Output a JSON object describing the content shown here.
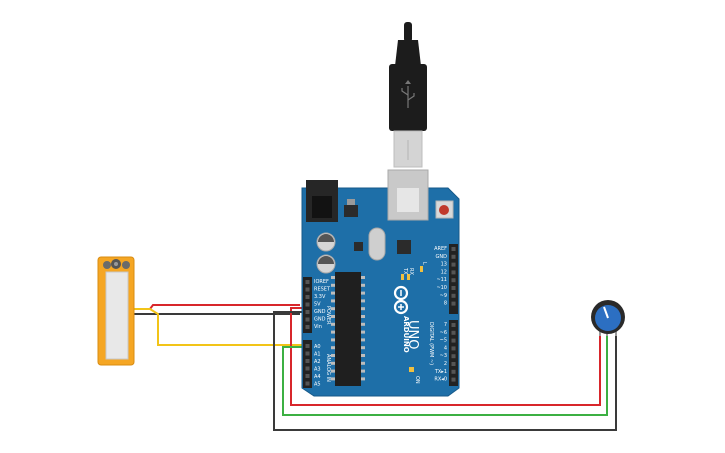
{
  "board": {
    "brand": "ARDUINO",
    "model": "UNO",
    "power_header_title": "POWER",
    "analog_header_title": "ANALOG IN",
    "digital_header_title": "DIGITAL (PWM ~)",
    "power_pins": [
      "IOREF",
      "RESET",
      "3.3V",
      "5V",
      "GND",
      "GND",
      "Vin"
    ],
    "analog_pins": [
      "A0",
      "A1",
      "A2",
      "A3",
      "A4",
      "A5"
    ],
    "digital_pins_top": [
      "AREF",
      "GND",
      "13",
      "12",
      "~11",
      "~10",
      "~9",
      "8"
    ],
    "digital_pins_bottom": [
      "7",
      "~6",
      "~5",
      "4",
      "~3",
      "2",
      "TX▸1",
      "RX◂0"
    ],
    "led_labels": [
      "TX",
      "RX",
      "L"
    ],
    "on_label": "ON",
    "color": "#1e6fa8"
  },
  "wire_colors": {
    "ground": "#3a3a3a",
    "power": "#d8262b",
    "signal_green": "#3cb043",
    "signal_yellow": "#f2c418"
  },
  "components": {
    "flex_sensor": {
      "name": "flex-sensor",
      "color": "#f5a623"
    },
    "potentiometer": {
      "name": "potentiometer",
      "knob_color": "#2c6fc2"
    },
    "usb_cable": {
      "name": "usb-cable"
    }
  }
}
